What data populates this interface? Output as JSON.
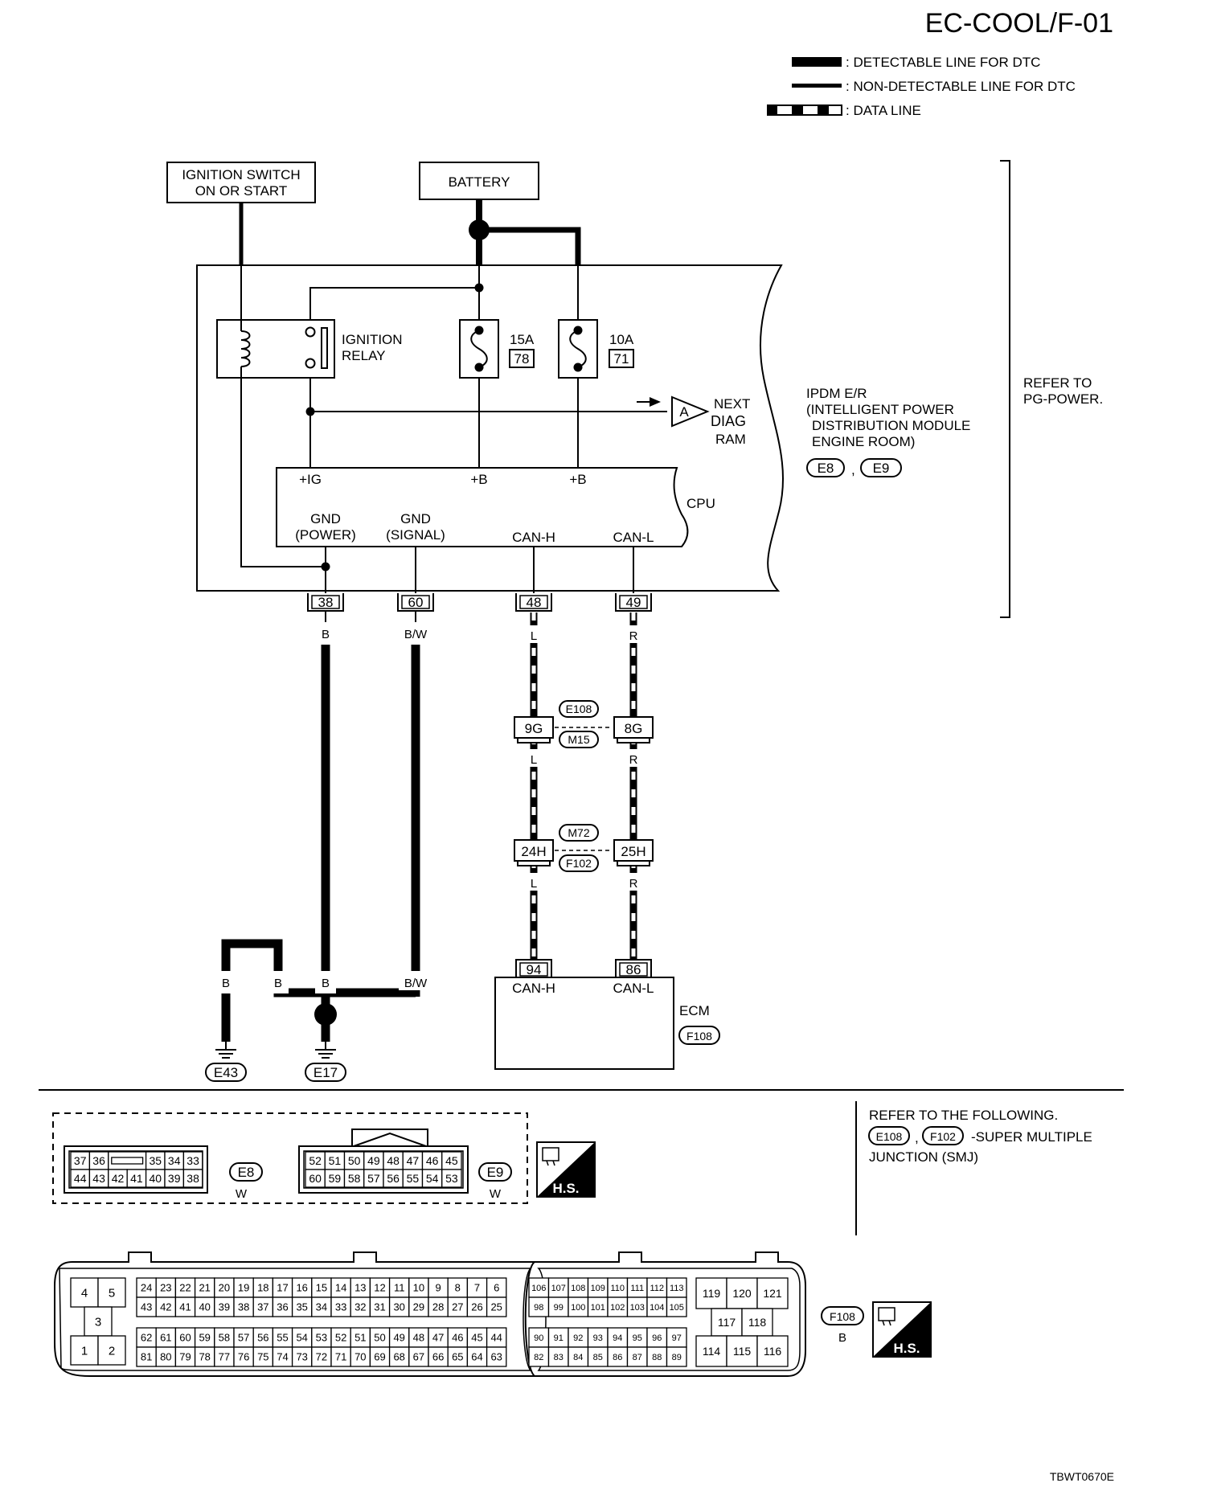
{
  "title": "EC-COOL/F-01",
  "footer_code": "TBWT0670E",
  "legend": {
    "detectable": ": DETECTABLE LINE FOR DTC",
    "non_detectable": ": NON-DETECTABLE LINE FOR DTC",
    "data_line": ": DATA LINE"
  },
  "ignition_switch": {
    "line1": "IGNITION SWITCH",
    "line2": "ON OR START"
  },
  "battery": "BATTERY",
  "ignition_relay": {
    "line1": "IGNITION",
    "line2": "RELAY"
  },
  "fuse_15a": {
    "rating": "15A",
    "number": "78"
  },
  "fuse_10a": {
    "rating": "10A",
    "number": "71"
  },
  "next_diag": {
    "marker": "A",
    "line1": "NEXT",
    "line2": "DIAG",
    "line3": "RAM"
  },
  "ipdm": {
    "line1": "IPDM E/R",
    "line2": "(INTELLIGENT POWER",
    "line3": "DISTRIBUTION MODULE",
    "line4": "ENGINE ROOM)",
    "conn1": "E8",
    "conn2": "E9"
  },
  "refer_pg": {
    "line1": "REFER TO",
    "line2": "PG-POWER."
  },
  "cpu": {
    "label": "CPU",
    "ig": "+IG",
    "b1": "+B",
    "b2": "+B",
    "gnd_power_1": "GND",
    "gnd_power_2": "(POWER)",
    "gnd_signal_1": "GND",
    "gnd_signal_2": "(SIGNAL)",
    "can_h": "CAN-H",
    "can_l": "CAN-L"
  },
  "terminals": {
    "t38": "38",
    "t60": "60",
    "t48": "48",
    "t49": "49"
  },
  "wire_colors": {
    "b": "B",
    "bw": "B/W",
    "l": "L",
    "r": "R"
  },
  "junction1": {
    "left": "9G",
    "right": "8G",
    "top": "E108",
    "bottom": "M15"
  },
  "junction2": {
    "left": "24H",
    "right": "25H",
    "top": "M72",
    "bottom": "F102"
  },
  "ecm": {
    "label": "ECM",
    "conn": "F108",
    "t94": "94",
    "t86": "86",
    "can_h": "CAN-H",
    "can_l": "CAN-L"
  },
  "grounds": {
    "g1": "E43",
    "g2": "E17"
  },
  "conn_e8": {
    "label": "E8",
    "color": "W",
    "row1": [
      "37",
      "36",
      "",
      "35",
      "34",
      "33"
    ],
    "row2": [
      "44",
      "43",
      "42",
      "41",
      "40",
      "39",
      "38"
    ]
  },
  "conn_e9": {
    "label": "E9",
    "color": "W",
    "row1": [
      "52",
      "51",
      "50",
      "49",
      "48",
      "47",
      "46",
      "45"
    ],
    "row2": [
      "60",
      "59",
      "58",
      "57",
      "56",
      "55",
      "54",
      "53"
    ]
  },
  "hs_label": "H.S.",
  "refer_following": {
    "line1": "REFER TO THE FOLLOWING.",
    "conn1": "E108",
    "conn2": "F102",
    "line2": "-SUPER MULTIPLE",
    "line3": "JUNCTION (SMJ)"
  },
  "conn_f108": {
    "label": "F108",
    "color": "B",
    "left_pins": [
      "4",
      "5",
      "3",
      "1",
      "2"
    ],
    "a_row1": [
      "24",
      "23",
      "22",
      "21",
      "20",
      "19",
      "18",
      "17",
      "16",
      "15",
      "14",
      "13",
      "12",
      "11",
      "10",
      "9",
      "8",
      "7",
      "6"
    ],
    "a_row2": [
      "43",
      "42",
      "41",
      "40",
      "39",
      "38",
      "37",
      "36",
      "35",
      "34",
      "33",
      "32",
      "31",
      "30",
      "29",
      "28",
      "27",
      "26",
      "25"
    ],
    "a_row3": [
      "62",
      "61",
      "60",
      "59",
      "58",
      "57",
      "56",
      "55",
      "54",
      "53",
      "52",
      "51",
      "50",
      "49",
      "48",
      "47",
      "46",
      "45",
      "44"
    ],
    "a_row4": [
      "81",
      "80",
      "79",
      "78",
      "77",
      "76",
      "75",
      "74",
      "73",
      "72",
      "71",
      "70",
      "69",
      "68",
      "67",
      "66",
      "65",
      "64",
      "63"
    ],
    "b_row1": [
      "106",
      "107",
      "108",
      "109",
      "110",
      "111",
      "112",
      "113"
    ],
    "b_row2": [
      "98",
      "99",
      "100",
      "101",
      "102",
      "103",
      "104",
      "105"
    ],
    "b_row3": [
      "90",
      "91",
      "92",
      "93",
      "94",
      "95",
      "96",
      "97"
    ],
    "b_row4": [
      "82",
      "83",
      "84",
      "85",
      "86",
      "87",
      "88",
      "89"
    ],
    "c_top": [
      "119",
      "120",
      "121"
    ],
    "c_mid": [
      "117",
      "118"
    ],
    "c_bot": [
      "114",
      "115",
      "116"
    ]
  }
}
